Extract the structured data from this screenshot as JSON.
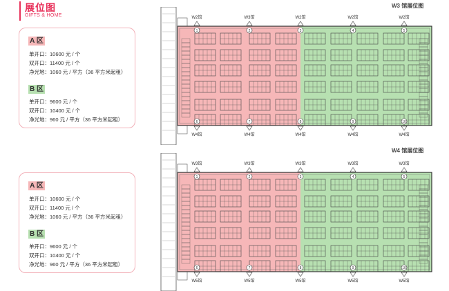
{
  "header": {
    "title": "展位图",
    "subtitle": "GIFTS & HOME"
  },
  "cards": [
    {
      "zone_a": {
        "label": "A 区",
        "lines": [
          "单开口：10600 元 / 个",
          "双开口：11400 元 / 个",
          "净光地：1060 元 / 平方（36 平方米起租）"
        ]
      },
      "zone_b": {
        "label": "B 区",
        "lines": [
          "单开口：9600 元 / 个",
          "双开口：10400 元 / 个",
          "净光地：960 元 / 平方（36 平方米起租）"
        ]
      }
    },
    {
      "zone_a": {
        "label": "A 区",
        "lines": [
          "单开口：10600 元 / 个",
          "双开口：11400 元 / 个",
          "净光地：1060 元 / 平方（36 平方米起租）"
        ]
      },
      "zone_b": {
        "label": "B 区",
        "lines": [
          "单开口：9600 元 / 个",
          "双开口：10400 元 / 个",
          "净光地：960 元 / 平方（36 平方米起租）"
        ]
      }
    }
  ],
  "plans": [
    {
      "title": "W3 馆展位图",
      "top_labels": [
        "W2馆",
        "W3馆",
        "W2馆",
        "W2馆",
        "W2馆"
      ],
      "bottom_labels": [
        "W4馆",
        "W4馆",
        "W4馆",
        "W4馆",
        "W4馆"
      ],
      "top_doors": [
        "1",
        "2",
        "3",
        "4",
        "5"
      ],
      "bottom_doors": [
        "6",
        "7",
        "8",
        "9",
        "10"
      ]
    },
    {
      "title": "W4 馆展位图",
      "top_labels": [
        "W3馆",
        "W3馆",
        "W3馆",
        "W3馆",
        "W3馆"
      ],
      "bottom_labels": [
        "W5馆",
        "W5馆",
        "W5馆",
        "W5馆",
        "W5馆"
      ],
      "top_doors": [
        "1",
        "2",
        "3",
        "4",
        "5"
      ],
      "bottom_doors": [
        "6",
        "7",
        "8",
        "9",
        "10"
      ]
    }
  ],
  "colors": {
    "accent": "#e8315a",
    "zone_a": "#f6b7b8",
    "zone_b": "#b7e0b1",
    "card_border": "#f2b0b8"
  }
}
